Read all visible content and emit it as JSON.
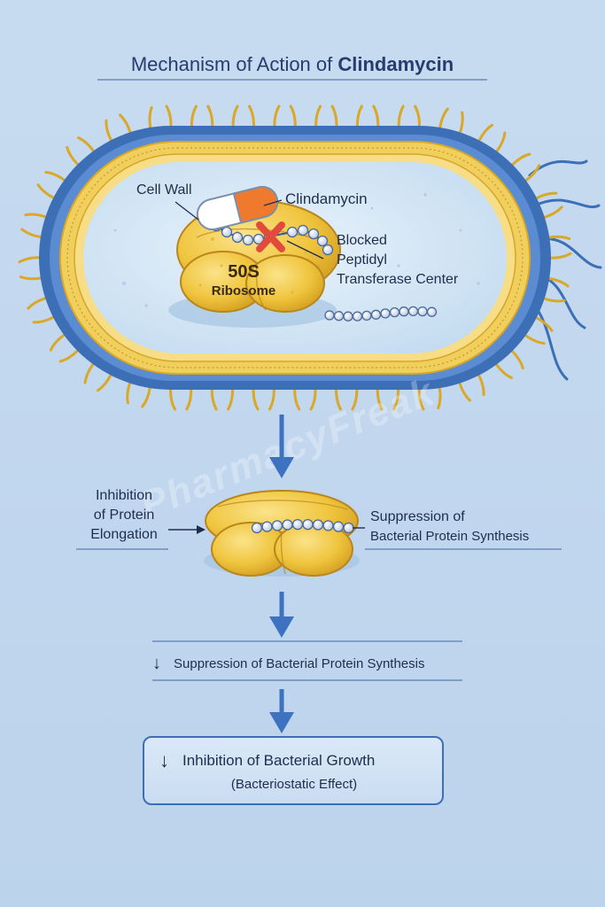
{
  "title": {
    "prefix": "Mechanism of Action of ",
    "drug": "Clindamycin"
  },
  "cell": {
    "cell_wall_label": "Cell Wall",
    "drug_label": "Clindamycin",
    "blocked_label": [
      "Blocked",
      "Peptidyl",
      "Transferase Center"
    ],
    "ribosome_label": [
      "50S",
      "Ribosome"
    ]
  },
  "middle": {
    "left_label": [
      "Inhibition",
      "of Protein",
      "Elongation"
    ],
    "right_label": [
      "Suppression of",
      "Bacterial Protein Synthesis"
    ]
  },
  "step1": {
    "arrow_symbol": "↓",
    "text": "Suppression of Bacterial Protein Synthesis"
  },
  "result": {
    "arrow_symbol": "↓",
    "line1": "Inhibition of Bacterial Growth",
    "line2": "(Bacteriostatic Effect)"
  },
  "watermark": "PharmacyFreak",
  "colors": {
    "background": "#c3d8ee",
    "membrane_blue": "#3d6fb6",
    "cell_wall_yellow": "#f1cf5c",
    "ribosome_gold": "#f0c53e",
    "inhibit_red": "#e24b3b",
    "arrow_blue": "#3d72c0",
    "text_navy": "#1f2d4d"
  }
}
